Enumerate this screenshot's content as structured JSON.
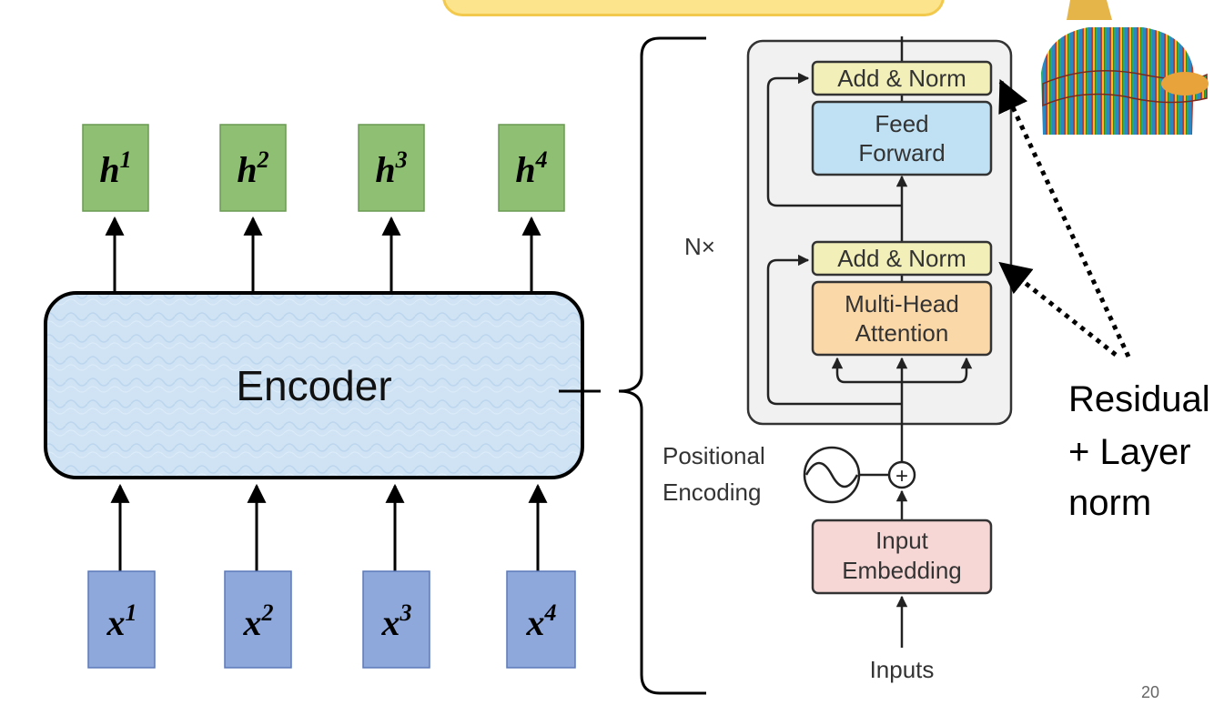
{
  "encoder": {
    "label": "Encoder",
    "outputs": [
      {
        "base": "h",
        "sup": "1"
      },
      {
        "base": "h",
        "sup": "2"
      },
      {
        "base": "h",
        "sup": "3"
      },
      {
        "base": "h",
        "sup": "4"
      }
    ],
    "inputs": [
      {
        "base": "x",
        "sup": "1"
      },
      {
        "base": "x",
        "sup": "2"
      },
      {
        "base": "x",
        "sup": "3"
      },
      {
        "base": "x",
        "sup": "4"
      }
    ]
  },
  "transformer": {
    "repeat_label": "N×",
    "add_norm_top": "Add & Norm",
    "feed_forward": [
      "Feed",
      "Forward"
    ],
    "add_norm_bottom": "Add & Norm",
    "attention": [
      "Multi-Head",
      "Attention"
    ],
    "positional": [
      "Positional",
      "Encoding"
    ],
    "plus": "+",
    "input_embedding": [
      "Input",
      "Embedding"
    ],
    "inputs": "Inputs"
  },
  "callout": [
    "Residual",
    "+ Layer",
    "norm"
  ],
  "page_number": "20",
  "colors": {
    "output_box": "#8fbf72",
    "input_box": "#8fa8dc",
    "encoder_fill": "#cfe3f4",
    "add_norm": "#f2f0b8",
    "feed_forward": "#bfe1f3",
    "attention": "#fbd8a8",
    "embedding": "#f7d7d5"
  }
}
